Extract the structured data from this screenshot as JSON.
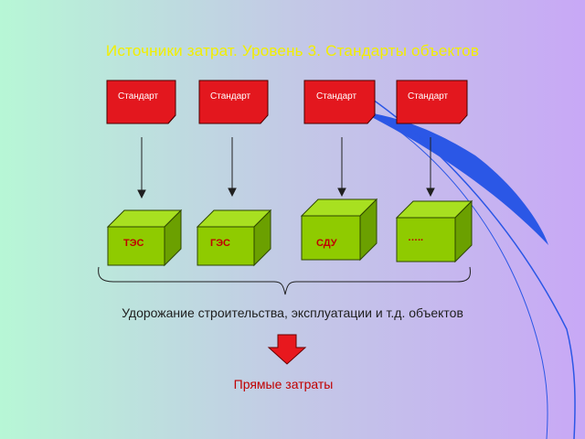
{
  "title": "Источники затрат. Уровень 3. Стандарты объектов",
  "standards": [
    "Стандарт",
    "Стандарт",
    "Стандарт",
    "Стандарт"
  ],
  "objects": [
    "ТЭС",
    "ГЭС",
    "СДУ",
    "….."
  ],
  "caption": "Удорожание строительства, эксплуатации и т.д. объектов",
  "result": "Прямые затраты",
  "colors": {
    "bg_left": "#B7F7D6",
    "bg_right": "#C8A8F6",
    "document": "#E3171E",
    "cube_front": "#8FCB00",
    "cube_top": "#A8E020",
    "cube_side": "#6BA000",
    "arrow_down": "#E8181E",
    "title": "#F2EE00",
    "swoosh": "#2B57E6"
  }
}
